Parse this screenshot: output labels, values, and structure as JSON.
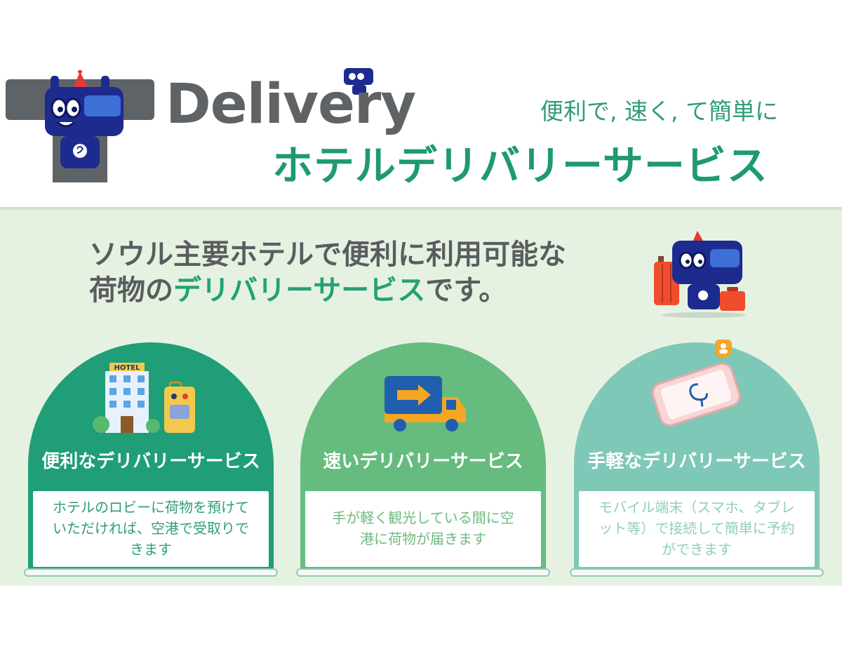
{
  "header": {
    "brand_word": "Delivery",
    "tagline": "便利で, 速く, て簡単に",
    "service_title": "ホテルデリバリーサービス"
  },
  "intro": {
    "line1": "ソウル主要ホテルで便利に利用可能な",
    "line2_part1": "荷物の",
    "line2_highlight": "デリバリーサービス",
    "line2_part2": "です。"
  },
  "cards": [
    {
      "title": "便利なデリバリーサービス",
      "description": "ホテルのロビーに荷物を預けていただければ、空港で受取りできます",
      "color": "#1f9e77",
      "icon": "hotel-luggage-icon",
      "sign": "HOTEL"
    },
    {
      "title": "速いデリバリーサービス",
      "description": "手が軽く観光している間に空港に荷物が届きます",
      "color": "#66bb7e",
      "icon": "delivery-truck-icon"
    },
    {
      "title": "手軽なデリバリーサービス",
      "description": "モバイル端末（スマホ、タブレット等）で接続して簡単に予約ができます",
      "color": "#7ec8b8",
      "icon": "smartphone-icon"
    }
  ],
  "colors": {
    "brand_green": "#1e9a72",
    "gray": "#5f6366",
    "mascot_blue": "#1d2b8f",
    "background_green": "#e6f2e1"
  }
}
